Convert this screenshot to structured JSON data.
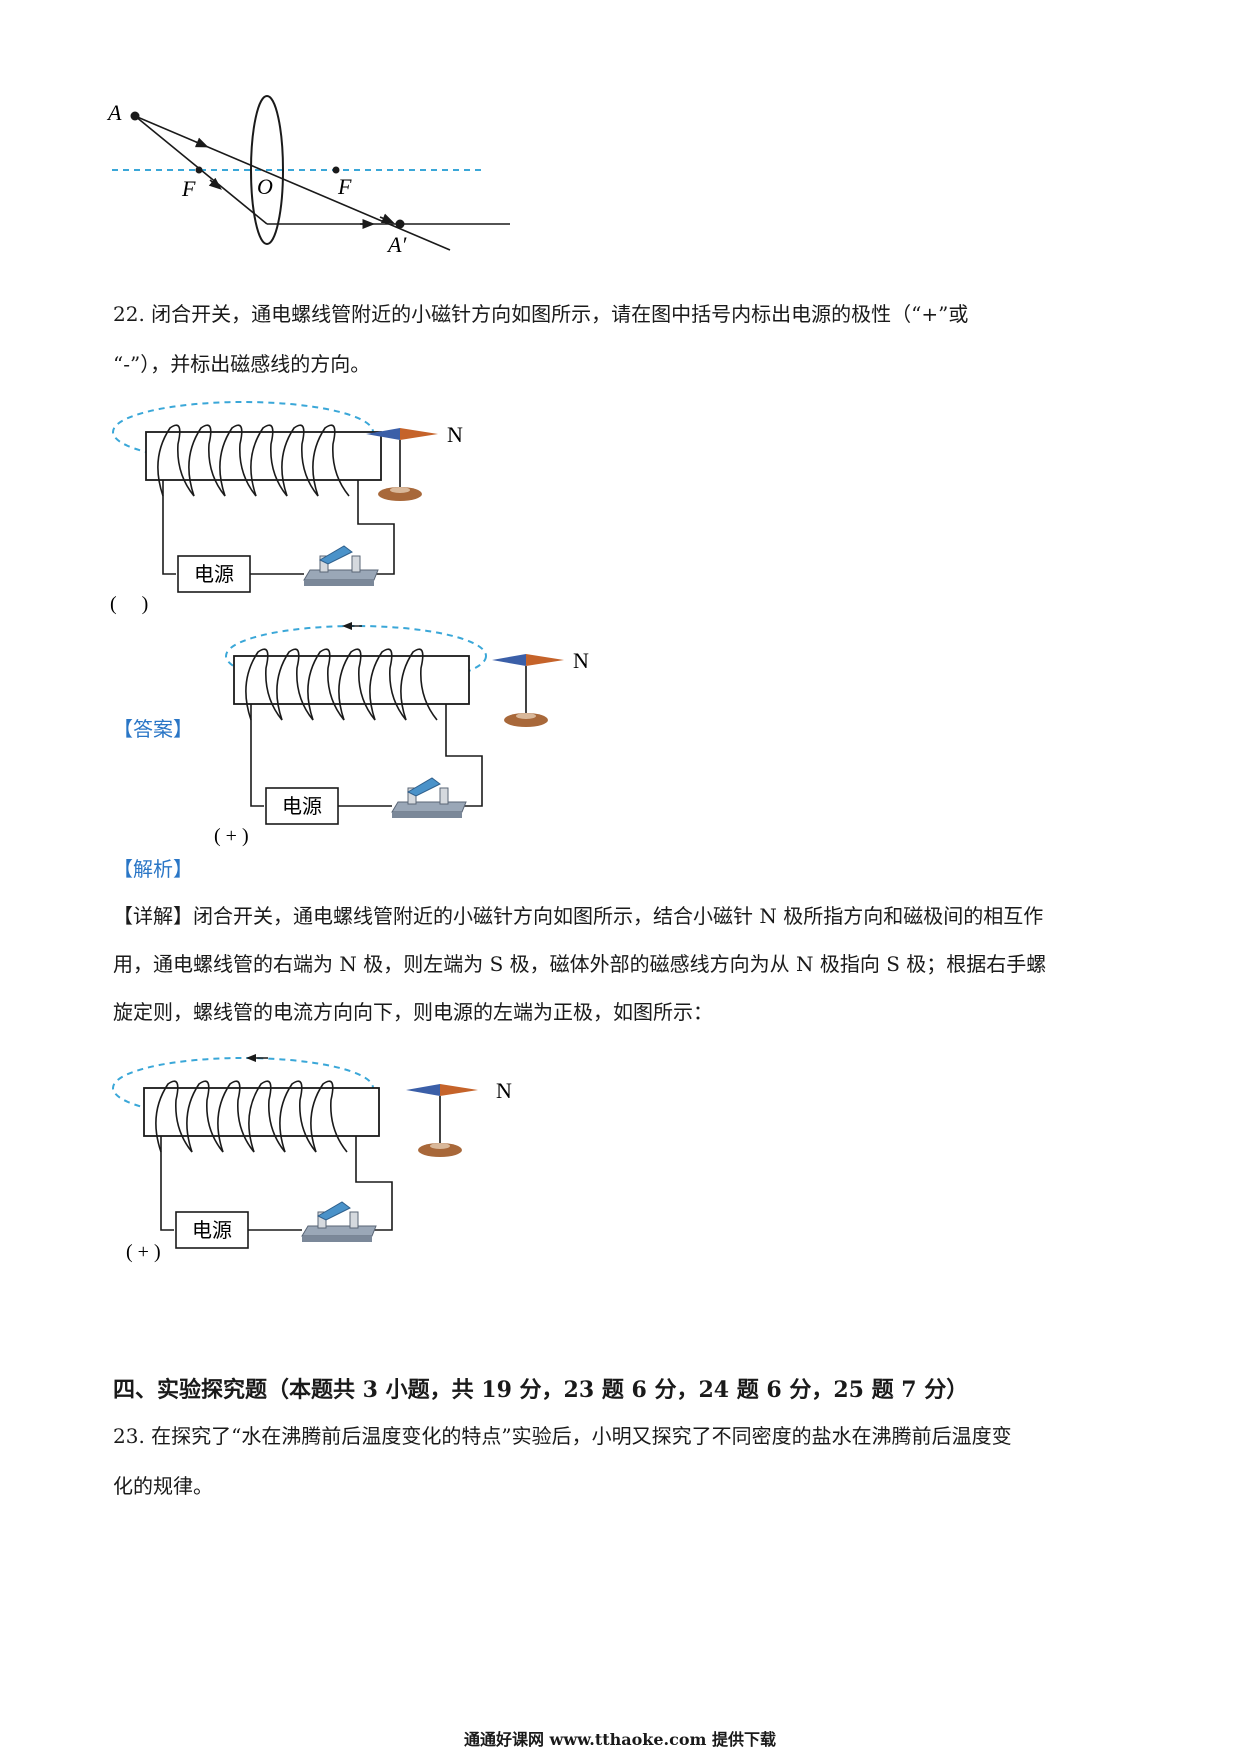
{
  "lens_figure": {
    "labels": {
      "A": "A",
      "F_left": "F",
      "O": "O",
      "F_right": "F",
      "A_prime": "A′"
    }
  },
  "q22": {
    "line1": "22. 闭合开关，通电螺线管附近的小磁针方向如图所示，请在图中括号内标出电源的极性（“+”或",
    "line2": "“-”），并标出磁感线的方向。"
  },
  "figure_q": {
    "n_label": "N",
    "power_label": "电源",
    "bracket": "(　 )"
  },
  "answer": {
    "label": "【答案】"
  },
  "figure_ans": {
    "n_label": "N",
    "power_label": "电源",
    "bracket": "( + )"
  },
  "analysis": {
    "label": "【解析】"
  },
  "detail": {
    "line1": "【详解】闭合开关，通电螺线管附近的小磁针方向如图所示，结合小磁针 N 极所指方向和磁极间的相互作",
    "line2": "用，通电螺线管的右端为 N 极，则左端为 S 极，磁体外部的磁感线方向为从 N 极指向 S 极；根据右手螺",
    "line3": "旋定则，螺线管的电流方向向下，则电源的左端为正极，如图所示："
  },
  "figure_detail": {
    "n_label": "N",
    "power_label": "电源",
    "bracket": "( + )"
  },
  "section4": {
    "title": "四、实验探究题（本题共 3 小题，共 19 分，23 题 6 分，24 题 6 分，25 题 7 分）"
  },
  "q23": {
    "line1": "23. 在探究了“水在沸腾前后温度变化的特点”实验后，小明又探究了不同密度的盐水在沸腾前后温度变",
    "line2": "化的规律。"
  },
  "footer": {
    "text": "通通好课网  www.tthaoke.com  提供下载"
  },
  "colors": {
    "accent_blue": "#2a76c6",
    "dashed_line": "#3aa7d8",
    "needle_blue": "#3b5fa8",
    "needle_orange": "#c5632a",
    "base_brown": "#a8683a"
  }
}
